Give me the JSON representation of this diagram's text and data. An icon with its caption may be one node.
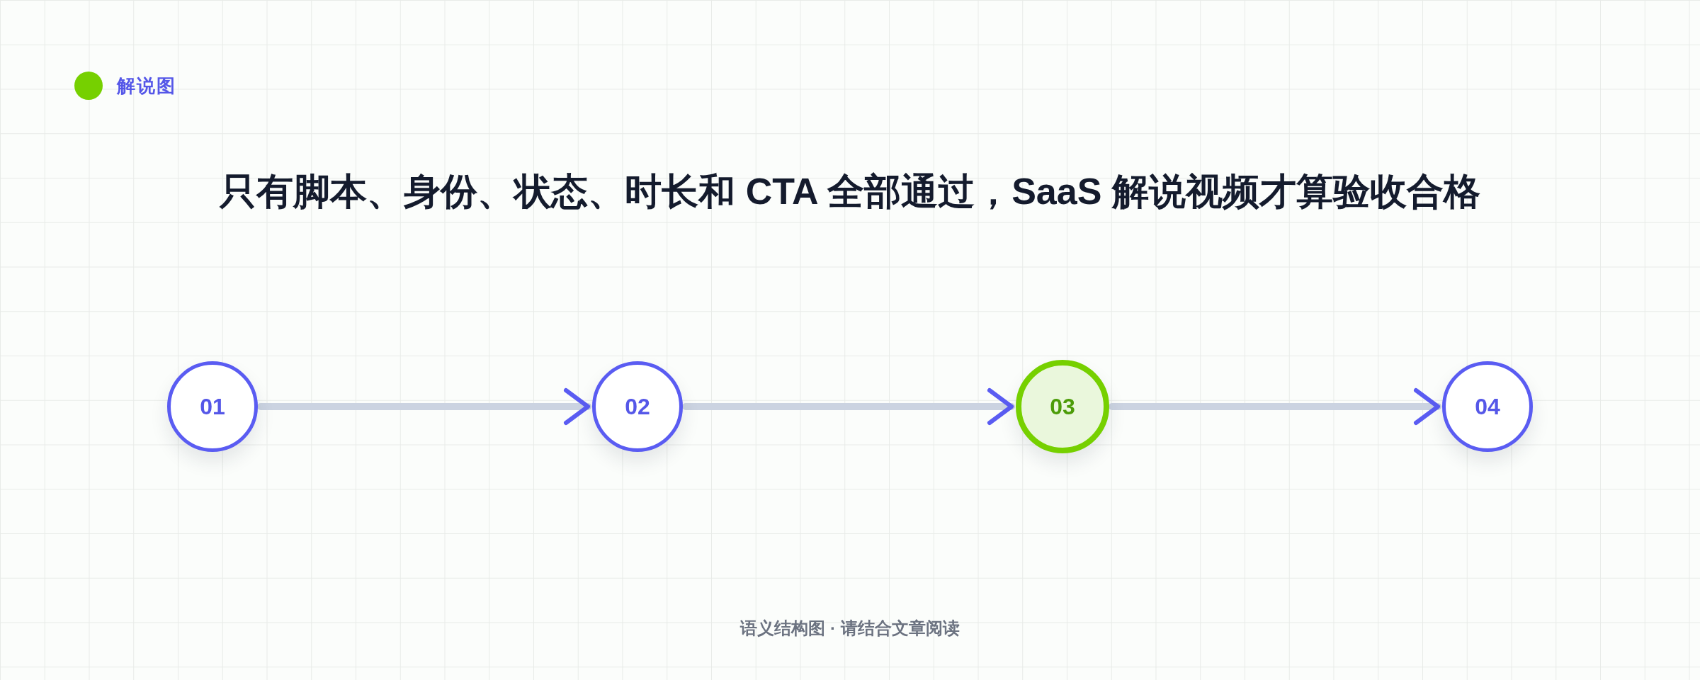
{
  "diagram": {
    "title": "只有脚本、身份、状态、时长和 CTA 全部通过，SaaS 解说视频才算验收合格",
    "caption": "语义结构图 · 请结合文章阅读",
    "nodes": [
      {
        "text": [
          "01"
        ]
      },
      {
        "text": [
          "02"
        ]
      },
      {
        "text": [
          "03"
        ]
      },
      {
        "text": [
          "04"
        ]
      }
    ],
    "edges": [
      {
        "from": 0,
        "to": 1,
        "arrow": "to"
      },
      {
        "from": 1,
        "to": 2,
        "arrow": "to"
      },
      {
        "from": 2,
        "to": 3,
        "arrow": "to"
      }
    ],
    "labels": [
      "解说图"
    ]
  }
}
